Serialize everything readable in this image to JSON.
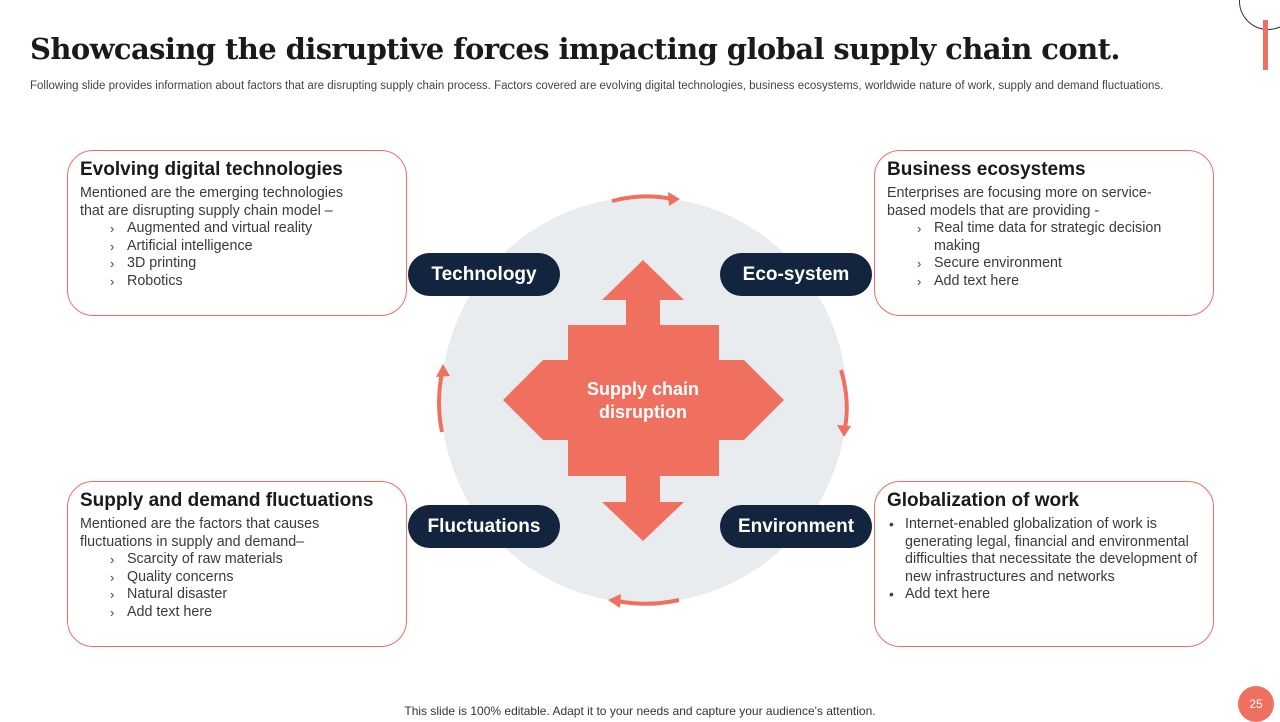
{
  "slide": {
    "title": "Showcasing the disruptive forces impacting global supply chain cont.",
    "subtitle": "Following slide provides information about factors that are disrupting supply chain process. Factors covered are evolving digital technologies, business ecosystems, worldwide nature of work, supply and demand fluctuations.",
    "footer": "This slide is 100% editable. Adapt it to your needs and capture your audience's attention.",
    "page_number": "25"
  },
  "center": {
    "label": "Supply chain disruption"
  },
  "pills": {
    "technology": "Technology",
    "ecosystem": "Eco-system",
    "fluctuations": "Fluctuations",
    "environment": "Environment"
  },
  "cards": {
    "digital": {
      "title": "Evolving digital technologies",
      "intro": "Mentioned are the emerging technologies that are disrupting supply chain model –",
      "items": [
        "Augmented and virtual reality",
        "Artificial intelligence",
        "3D printing",
        "Robotics"
      ]
    },
    "business": {
      "title": "Business ecosystems",
      "intro": "Enterprises are focusing more on service-based models that are providing -",
      "items": [
        "Real time data for strategic decision making",
        "Secure environment",
        "Add text here"
      ]
    },
    "supply": {
      "title": "Supply and demand fluctuations",
      "intro": "Mentioned are the factors that causes fluctuations in supply and demand–",
      "items": [
        "Scarcity of raw materials",
        "Quality concerns",
        "Natural disaster",
        "Add text here"
      ]
    },
    "global": {
      "title": "Globalization of work",
      "items": [
        "Internet-enabled globalization of work is generating legal, financial and environmental difficulties that necessitate the development of new infrastructures and networks",
        "Add text here"
      ]
    }
  },
  "colors": {
    "accent": "#f07060",
    "pill": "#13243f",
    "circle": "#e9ecee"
  }
}
